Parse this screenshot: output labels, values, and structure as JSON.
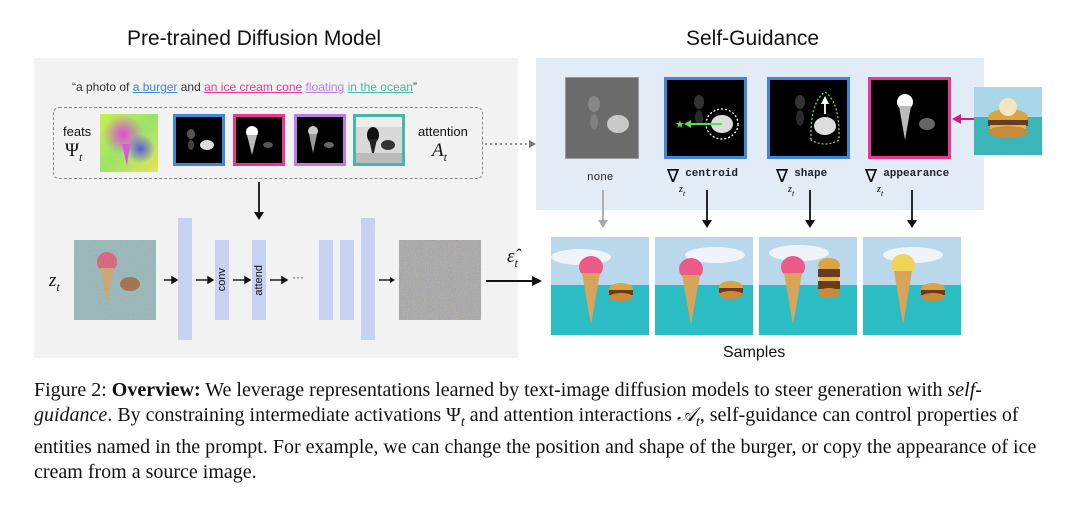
{
  "left_title": "Pre-trained Diffusion Model",
  "right_title": "Self-Guidance",
  "prompt": {
    "open": "“a photo of ",
    "burger": "a burger",
    "and": " and ",
    "icecream": "an ice cream cone",
    "sp1": " ",
    "floating": "floating",
    "sp2": " ",
    "ocean": "in the ocean",
    "close": "”"
  },
  "feats_label": "feats",
  "feats_symbol": "Ψ",
  "feats_sub": "t",
  "attention_label": "attention",
  "attention_symbol": "A",
  "attention_sub": "t",
  "zt_symbol": "z",
  "zt_sub": "t",
  "conv_label": "conv",
  "attend_label": "attend",
  "ellipsis": "···",
  "eps_symbol": "ε̂",
  "eps_sub": "t",
  "guidance": {
    "none": "none",
    "nabla": "∇",
    "z_sub": "z",
    "t_sub": "t",
    "centroid": "centroid",
    "shape": "shape",
    "appearance": "appearance"
  },
  "samples_label": "Samples",
  "caption": {
    "fig": "Figure 2: ",
    "bold": "Overview:",
    "p1": " We leverage representations learned by text-image diffusion models to steer generation with ",
    "italic": "self-guidance",
    "p2": ". By constraining intermediate activations ",
    "psi": "Ψ",
    "psi_sub": "t",
    "p3": " and attention interactions ",
    "a": "𝒜",
    "a_sub": "t",
    "p4": ", self-guidance can control properties of entities named in the prompt. For example, we can change the position and shape of the burger, or copy the appearance of ice cream from a source image."
  },
  "colors": {
    "burger": "#3f86d8",
    "icecream": "#e8388f",
    "floating": "#b67ee6",
    "ocean": "#47b8a6",
    "gray_panel": "#f2f2f2",
    "blue_panel": "#e3ebf6",
    "unet_block": "#c7d2f2",
    "pink_arrow": "#d81b7a"
  }
}
